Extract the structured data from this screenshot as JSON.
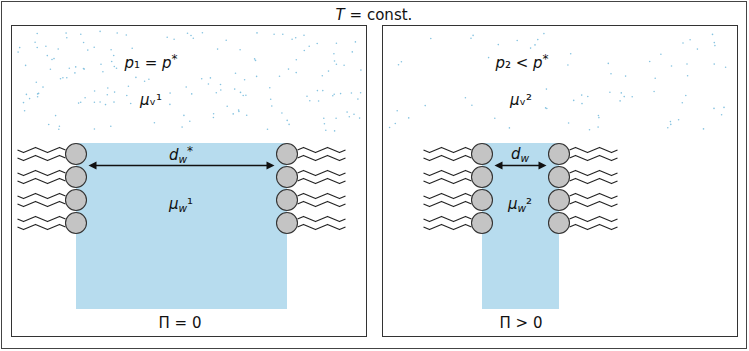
{
  "diagram": {
    "nodes": [
      {
        "text": [
          "T = const."
        ]
      },
      {
        "text": [
          "p₁ = p*",
          "μᵥ¹",
          "Π = 0"
        ],
        "in": 0
      },
      {
        "text": [
          "dw*",
          "μw¹"
        ],
        "in": 1
      },
      {
        "text": [
          "p₂ < p*",
          "μᵥ²",
          "Π > 0"
        ],
        "in": 0
      },
      {
        "text": [
          "dw",
          "μw²"
        ],
        "in": 3
      }
    ]
  }
}
